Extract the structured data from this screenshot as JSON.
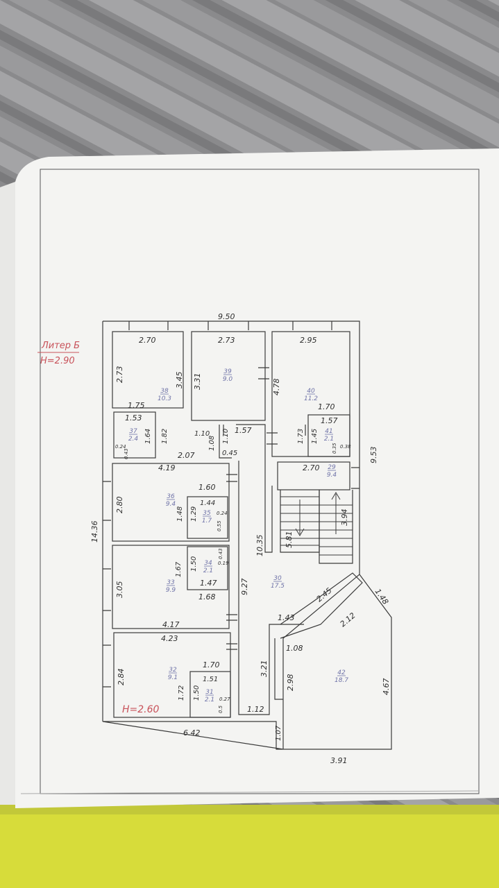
{
  "sheet": {
    "litera": "Литер Б",
    "height_main": "H=2.90",
    "height_wing": "H=2.60"
  },
  "dimensions": {
    "overall_width": "9.50",
    "overall_length": "14.36",
    "right_wall": "9.53",
    "bottom_left": "6.42",
    "bottom_right": "3.91",
    "r38_w": "2.70",
    "r38_h": "2.73",
    "r38_h2": "3.45",
    "r39_w": "2.73",
    "r39_h": "3.31",
    "r40_w": "2.95",
    "r40_h": "4.78",
    "r40_w2": "1.70",
    "r37_top": "1.75",
    "r37_w": "1.53",
    "r37_h": "1.64",
    "r37_side": "1.82",
    "r37_small": "0.24",
    "r37_small2": "0.43",
    "corr_a": "1.10",
    "corr_b": "1.08",
    "corr_c": "1.10",
    "corr_d": "1.57",
    "corr_e": "0.45",
    "r41_w": "1.57",
    "r41_h": "1.45",
    "r41_side": "1.73",
    "r41_small": "0.35",
    "r41_small2": "0.38",
    "hall_2_07": "2.07",
    "hall_4_19": "4.19",
    "stair_w": "2.70",
    "stair_h": "3.94",
    "stair_side": "5.81",
    "r36_h": "2.80",
    "r36_w": "1.60",
    "r36_side": "1.48",
    "r35_w": "1.44",
    "r35_h": "1.29",
    "r35_small": "0.24",
    "r35_small2": "0.55",
    "r34_w": "1.47",
    "r34_h": "1.50",
    "r34_small": "0.43",
    "r34_small2": "0.19",
    "r33_h": "3.05",
    "r33_side": "1.67",
    "r33_w": "1.68",
    "r33_w2": "4.17",
    "corr_len": "10.35",
    "corr_len2": "9.27",
    "r32_w": "4.23",
    "r32_h": "2.84",
    "r32_side": "1.72",
    "r32_w2": "1.70",
    "r31_w": "1.51",
    "r31_h": "1.50",
    "r31_small": "0.27",
    "r31_small2": "0.5",
    "d_1_12": "1.12",
    "d_1_07": "1.07",
    "d_3_21": "3.21",
    "d_1_43": "1.43",
    "d_2_45": "2.45",
    "d_2_12": "2.12",
    "d_1_48": "1.48",
    "d_1_08": "1.08",
    "d_2_98": "2.98",
    "d_4_67": "4.67"
  },
  "rooms": {
    "r38": {
      "num": "38",
      "area": "10.3"
    },
    "r39": {
      "num": "39",
      "area": "9.0"
    },
    "r40": {
      "num": "40",
      "area": "11.2"
    },
    "r37": {
      "num": "37",
      "area": "2.4"
    },
    "r41": {
      "num": "41",
      "area": "2.1"
    },
    "r29": {
      "num": "29",
      "area": "9.4"
    },
    "r36": {
      "num": "36",
      "area": "9.4"
    },
    "r35": {
      "num": "35",
      "area": "1.7"
    },
    "r34": {
      "num": "34",
      "area": "2.1"
    },
    "r33": {
      "num": "33",
      "area": "9.9"
    },
    "r30": {
      "num": "30",
      "area": "17.5"
    },
    "r32": {
      "num": "32",
      "area": "9.1"
    },
    "r31": {
      "num": "31",
      "area": "2.1"
    },
    "r42": {
      "num": "42",
      "area": "18.7"
    }
  },
  "colors": {
    "background_fabric": "#8d8d8f",
    "paper": "#f4f4f4",
    "line": "#3a3a3a",
    "room_label": "#6f73a8",
    "red_label": "#c8525a",
    "yellow_strip": "#d7dc3a"
  }
}
